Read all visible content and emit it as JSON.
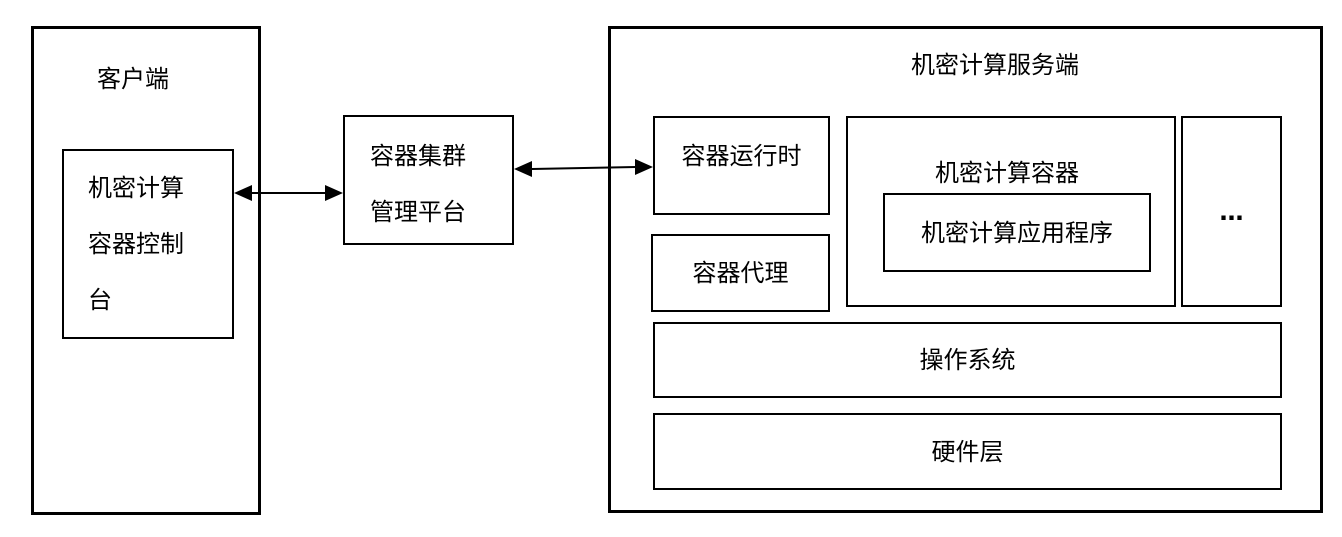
{
  "client": {
    "title": "客户端",
    "console_lines": [
      "机密计算",
      "容器控制",
      "台"
    ]
  },
  "cluster": {
    "lines": [
      "容器集群",
      "管理平台"
    ]
  },
  "server": {
    "title": "机密计算服务端",
    "runtime": "容器运行时",
    "agent": "容器代理",
    "container_title": "机密计算容器",
    "app": "机密计算应用程序",
    "more": "…",
    "os": "操作系统",
    "hardware": "硬件层"
  }
}
